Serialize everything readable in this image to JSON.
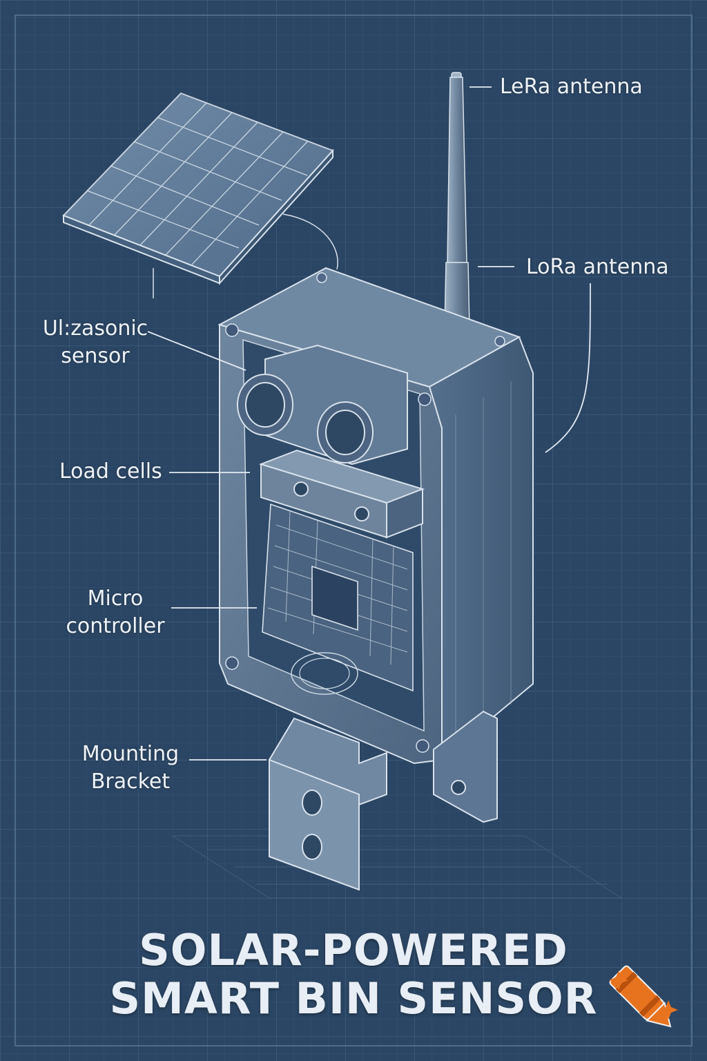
{
  "title": {
    "line1": "SOLAR-POWERED",
    "line2": "SMART BIN SENSOR"
  },
  "labels": {
    "antenna_top": "LeRa antenna",
    "antenna_side": "LoRa antenna",
    "ultrasonic_line1": "Ul:zasonic",
    "ultrasonic_line2": "sensor",
    "load_cells": "Load cells",
    "micro_line1": "Micro",
    "micro_line2": "controller",
    "bracket_line1": "Mounting",
    "bracket_line2": "Bracket"
  },
  "colors": {
    "background": "#2b4664",
    "grid": "#3b5877",
    "line": "#d8e2ec",
    "metal": "#6e86a0",
    "logo_orange": "#e8731f"
  },
  "icons": {
    "logo": "crayon-icon"
  }
}
